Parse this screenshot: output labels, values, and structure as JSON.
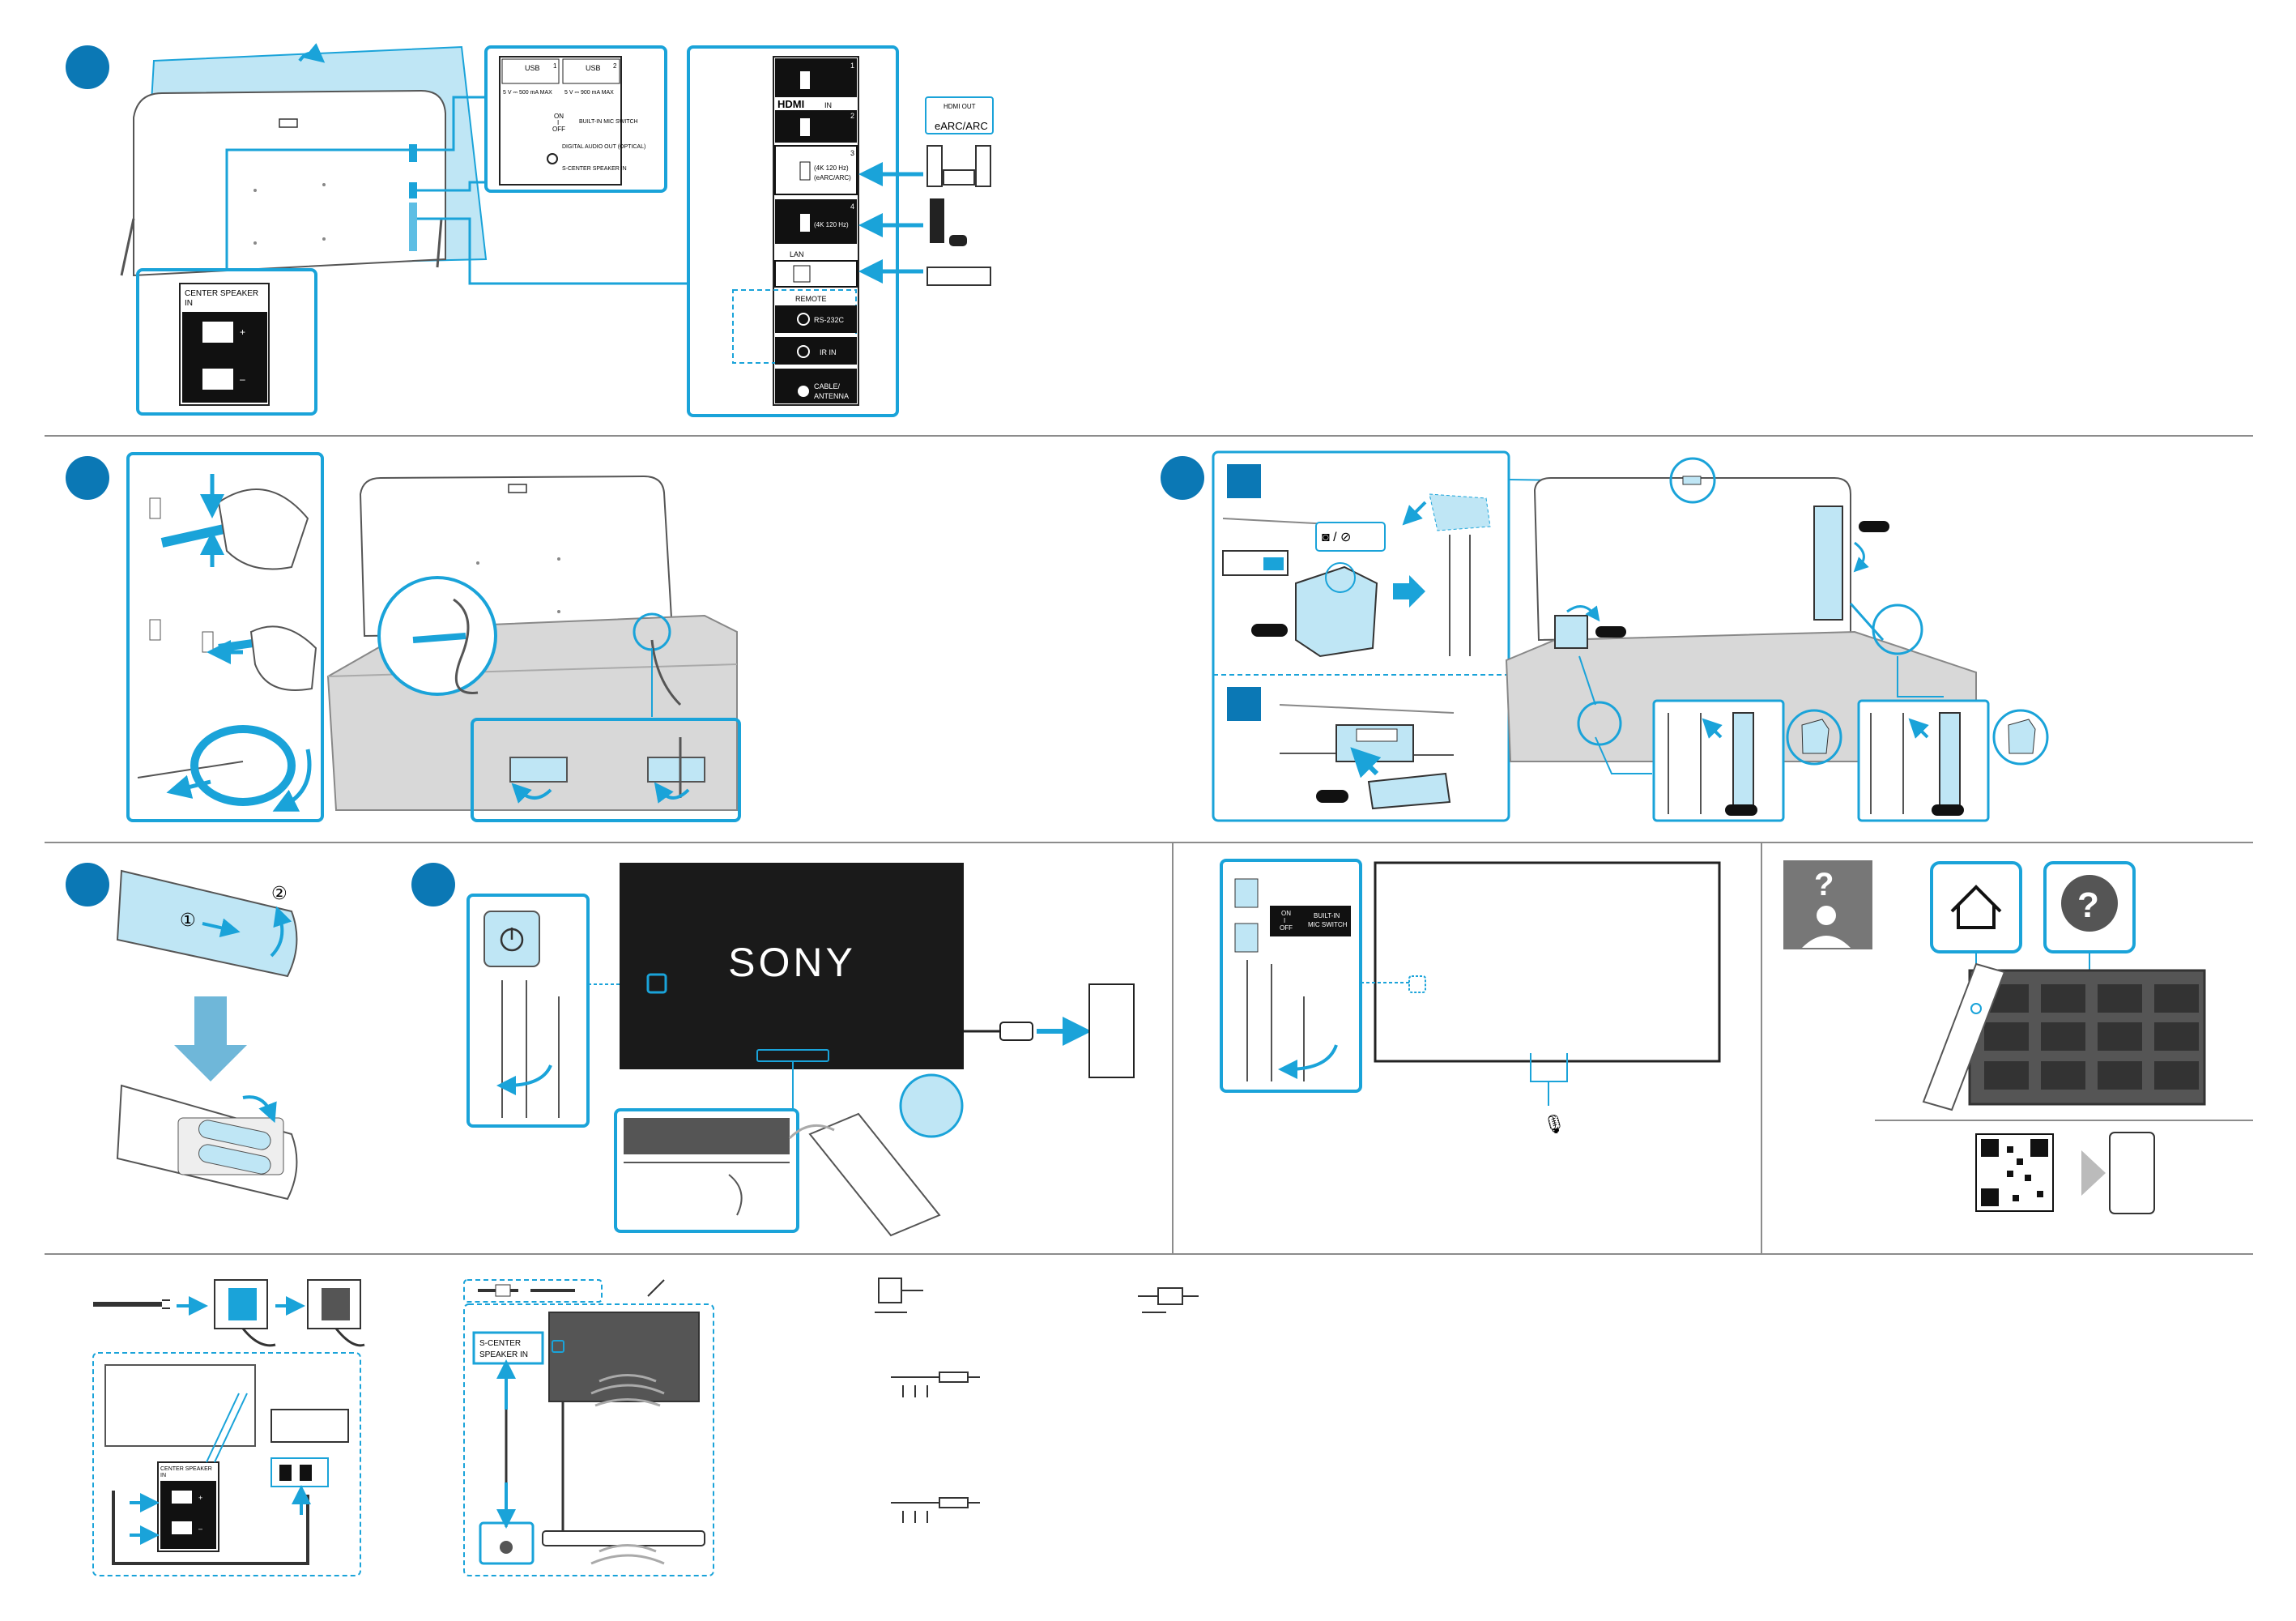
{
  "colors": {
    "accent": "#1aa3d9",
    "accent_light": "#bfe6f5",
    "dark": "#1a1a1a",
    "gray": "#6e6e6e",
    "panel_blue": "#0b78b5"
  },
  "rear_panel": {
    "usb1_label": "USB",
    "usb1_num": "1",
    "usb1_spec": "5 V ⎓ 500 mA MAX",
    "usb2_label": "USB",
    "usb2_num": "2",
    "usb2_spec": "5 V ⎓ 900 mA MAX",
    "mic_on": "ON",
    "mic_sep": "I",
    "mic_off": "OFF",
    "mic_switch": "BUILT-IN MIC SWITCH",
    "digital_audio": "DIGITAL AUDIO OUT (OPTICAL)",
    "s_center": "S-CENTER SPEAKER IN",
    "center_speaker": "CENTER SPEAKER IN",
    "plus": "+",
    "minus": "–",
    "hdmi_logo": "HDMI",
    "hdmi_in": "IN",
    "hdmi1": "1",
    "hdmi2": "2",
    "hdmi3": "3",
    "hdmi4": "4",
    "hdmi3_note1": "(4K 120 Hz)",
    "hdmi3_note2": "(eARC/ARC)",
    "hdmi4_note": "(4K 120 Hz)",
    "lan": "LAN",
    "remote": "REMOTE",
    "rs232c": "RS-232C",
    "ir_in": "IR IN",
    "cable1": "CABLE/",
    "cable2": "ANTENNA",
    "hdmi_out": "HDMI OUT",
    "earc": "eARC/ARC"
  },
  "tv_brand": "SONY",
  "remote_steps": {
    "step1": "①",
    "step2": "②"
  },
  "mic_panel": {
    "on": "ON",
    "sep": "I",
    "off": "OFF",
    "switch1": "BUILT-IN",
    "switch2": "MIC SWITCH"
  },
  "help_panel": {
    "question": "?"
  },
  "speaker": {
    "s_center1": "S-CENTER",
    "s_center2": "SPEAKER IN",
    "center1": "CENTER SPEAKER",
    "center2": "IN",
    "plus": "+",
    "minus": "–"
  }
}
